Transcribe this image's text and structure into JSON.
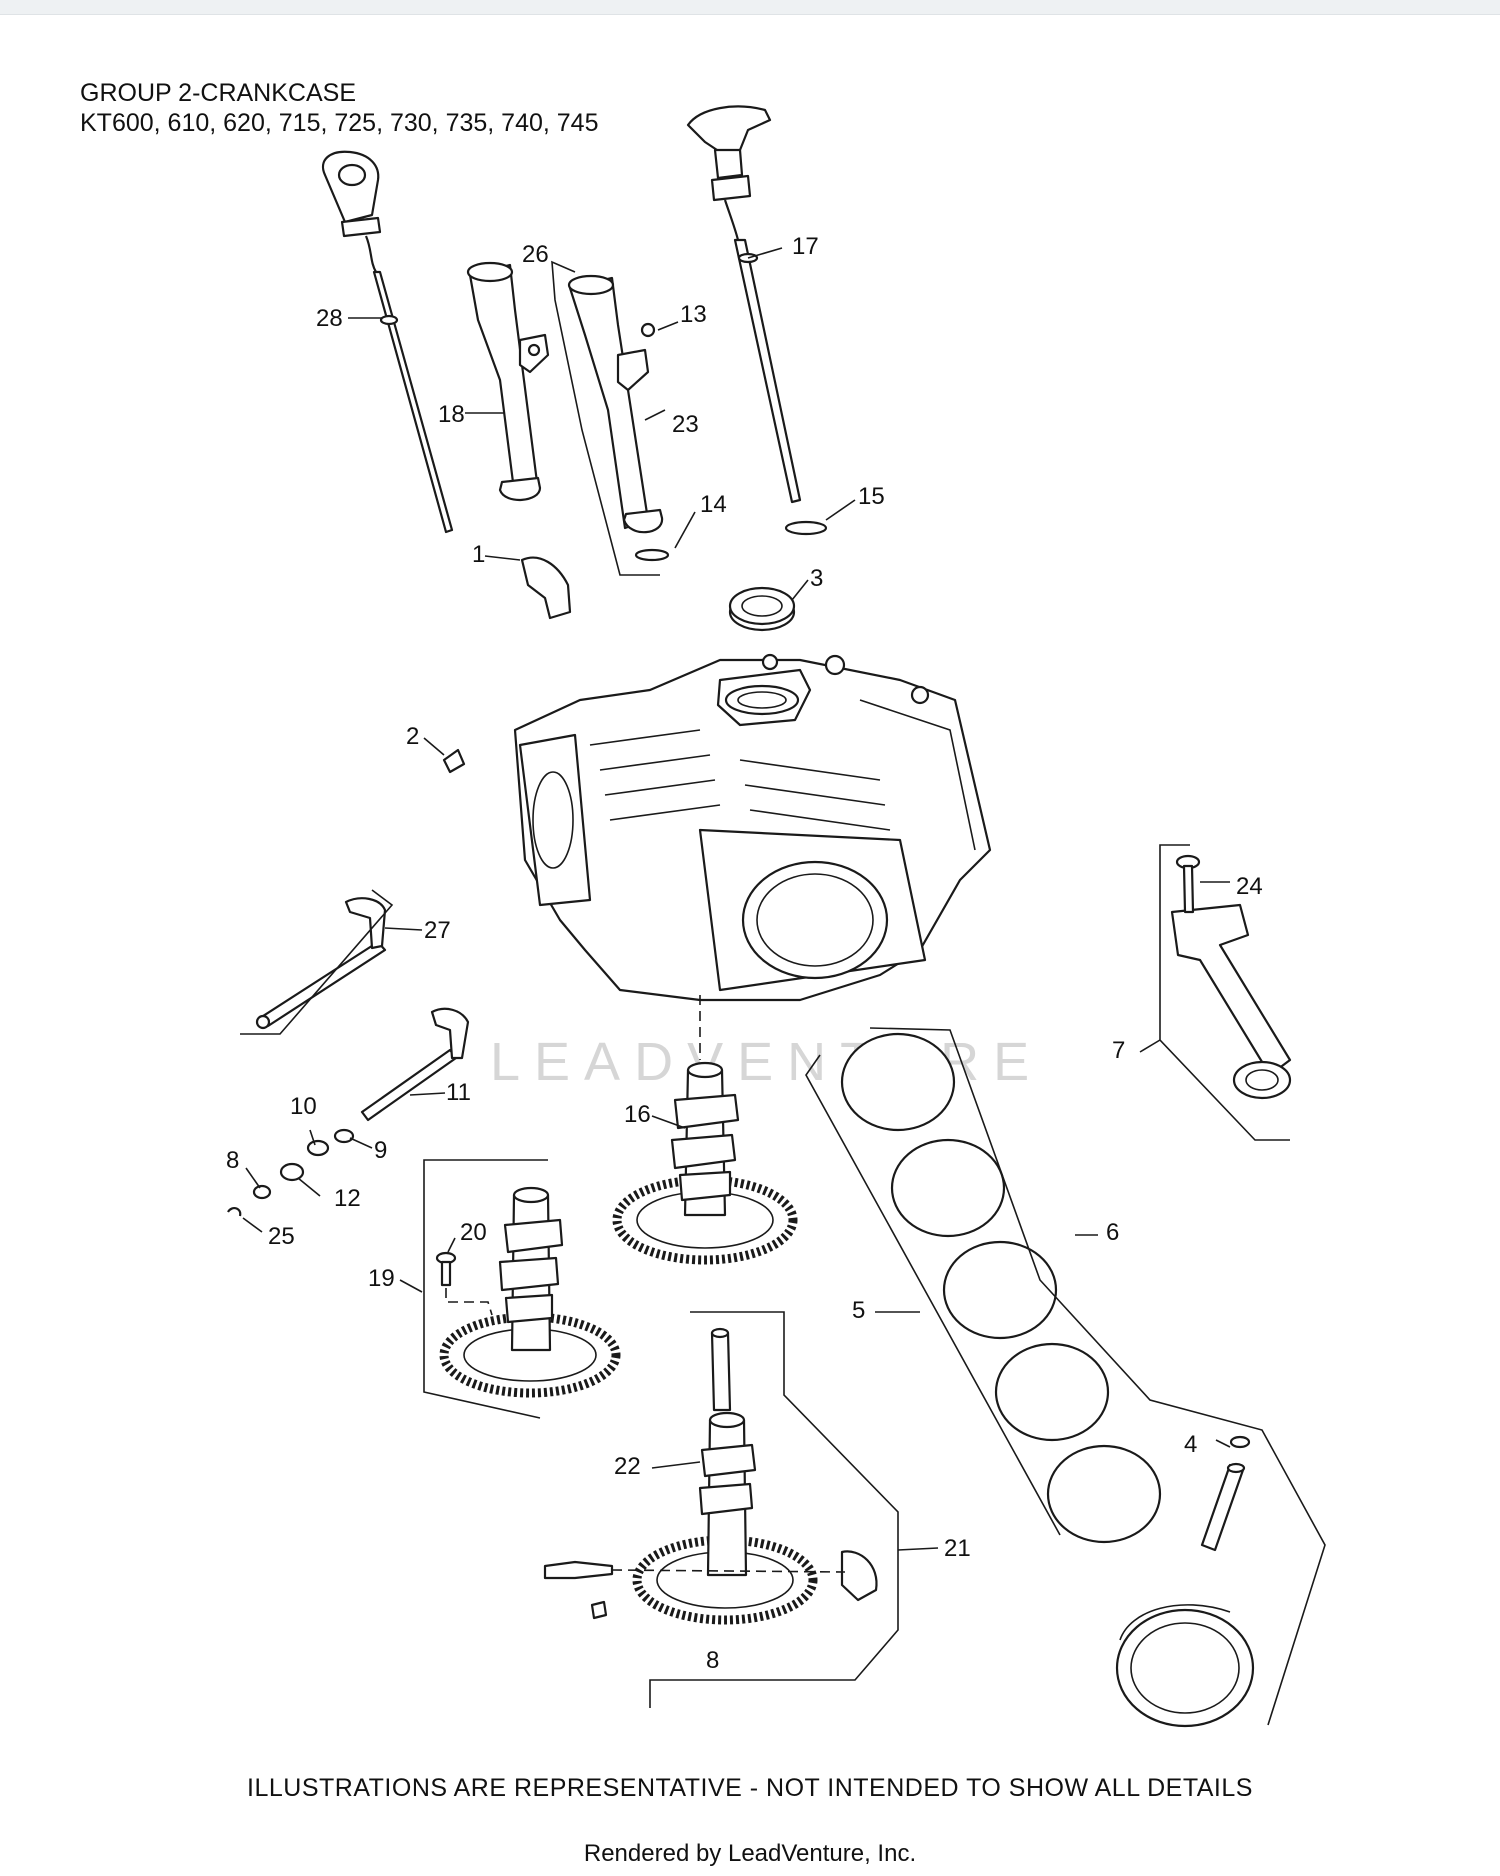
{
  "header": {
    "group_title": "GROUP 2-CRANKCASE",
    "models": "KT600, 610, 620, 715, 725, 730, 735, 740, 745"
  },
  "watermark": "LEADVENTURE",
  "callouts": {
    "c1": "1",
    "c2": "2",
    "c3": "3",
    "c4": "4",
    "c5": "5",
    "c6": "6",
    "c7": "7",
    "c8": "8",
    "c9": "9",
    "c10": "10",
    "c11": "11",
    "c12": "12",
    "c13": "13",
    "c14": "14",
    "c15": "15",
    "c16": "16",
    "c17": "17",
    "c18": "18",
    "c19": "19",
    "c20": "20",
    "c21": "21",
    "c22": "22",
    "c23": "23",
    "c24": "24",
    "c25": "25",
    "c26": "26",
    "c27": "27",
    "c28": "28"
  },
  "footer": {
    "disclaimer": "ILLUSTRATIONS ARE REPRESENTATIVE - NOT INTENDED TO SHOW ALL DETAILS",
    "rendered_by": "Rendered by LeadVenture, Inc."
  }
}
